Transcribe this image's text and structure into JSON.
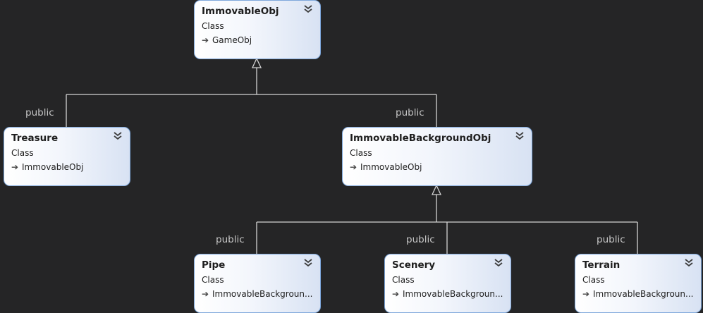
{
  "classes": {
    "immovable_obj": {
      "name": "ImmovableObj",
      "kind": "Class",
      "base": "GameObj"
    },
    "treasure": {
      "name": "Treasure",
      "kind": "Class",
      "base": "ImmovableObj"
    },
    "immovable_background_obj": {
      "name": "ImmovableBackgroundObj",
      "kind": "Class",
      "base": "ImmovableObj"
    },
    "pipe": {
      "name": "Pipe",
      "kind": "Class",
      "base": "ImmovableBackgroun..."
    },
    "scenery": {
      "name": "Scenery",
      "kind": "Class",
      "base": "ImmovableBackgroun..."
    },
    "terrain": {
      "name": "Terrain",
      "kind": "Class",
      "base": "ImmovableBackgroun..."
    }
  },
  "connectors": {
    "treasure_access": "public",
    "immovable_background_obj_access": "public",
    "pipe_access": "public",
    "scenery_access": "public",
    "terrain_access": "public"
  },
  "colors": {
    "background": "#252526",
    "line": "#d4d4d4",
    "box_border": "#7fa8dc",
    "label": "#c6c6c6"
  },
  "icons": {
    "collapse": "double-chevron-down-icon",
    "base_type": "inherits-arrow-icon"
  }
}
